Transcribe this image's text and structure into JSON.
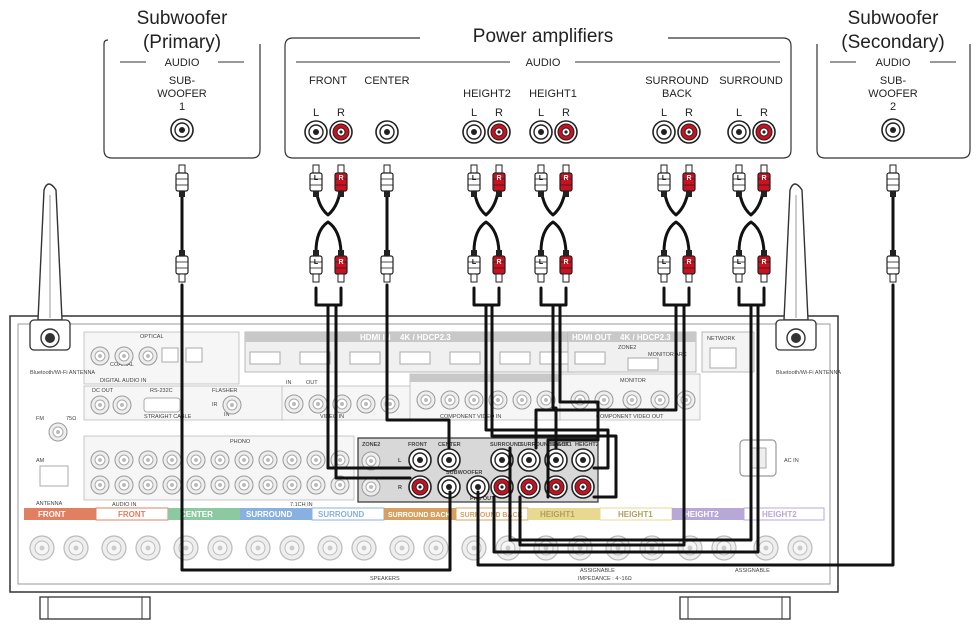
{
  "sub1": {
    "title_line1": "Subwoofer",
    "title_line2": "(Primary)",
    "audio": "AUDIO",
    "port_line1": "SUB-",
    "port_line2": "WOOFER",
    "port_line3": "1"
  },
  "sub2": {
    "title_line1": "Subwoofer",
    "title_line2": "(Secondary)",
    "audio": "AUDIO",
    "port_line1": "SUB-",
    "port_line2": "WOOFER",
    "port_line3": "2"
  },
  "amp": {
    "title": "Power amplifiers",
    "audio": "AUDIO",
    "channels": {
      "front": "FRONT",
      "center": "CENTER",
      "height2": "HEIGHT2",
      "height1": "HEIGHT1",
      "surround_back_1": "SURROUND",
      "surround_back_2": "BACK",
      "surround": "SURROUND"
    },
    "left": "L",
    "right": "R"
  },
  "plugs": {
    "left": "L",
    "right": "R"
  },
  "receiver": {
    "antenna_left": "Bluetooth/Wi-Fi ANTENNA",
    "antenna_right": "Bluetooth/Wi-Fi ANTENNA",
    "hdmi_in": "HDMI IN",
    "hdmi_in_sub": "4K / HDCP2.3",
    "hdmi_out": "HDMI OUT",
    "hdmi_out_sub": "4K / HDCP2.3",
    "zone2": "ZONE2",
    "monitor_arc": "MONITOR ARC",
    "network": "NETWORK",
    "digital_audio_in": "DIGITAL AUDIO IN",
    "optical": "OPTICAL",
    "coaxial": "COAXIAL",
    "dc_out": "DC OUT",
    "rs232c": "RS-232C",
    "straight_cable": "STRAIGHT CABLE",
    "flasher": "FLASHER",
    "ir": "IR",
    "in": "IN",
    "out": "OUT",
    "video_in": "VIDEO IN",
    "component_video_in": "COMPONENT VIDEO IN",
    "monitor": "MONITOR",
    "component_video_out": "COMPONENT VIDEO OUT",
    "fm": "FM",
    "fm_ohm": "75Ω",
    "am": "AM",
    "antenna": "ANTENNA",
    "audio_in": "AUDIO IN",
    "phono": "PHONO",
    "ch71_in": "7.1CH IN",
    "pre_out": "PRE OUT",
    "zone2_pre": "ZONE2",
    "front_pre": "FRONT",
    "center_pre": "CENTER",
    "surround_pre": "SURROUND",
    "surround_back_pre": "SURROUND BACK",
    "height1_pre": "HEIGHT1",
    "height2_pre": "HEIGHT2",
    "subwoofer_pre": "SUBWOOFER",
    "pre_l": "L",
    "pre_r": "R",
    "ac_in": "AC IN",
    "speakers": "SPEAKERS",
    "impedance": "IMPEDANCE : 4~16Ω",
    "assignable_1": "ASSIGNABLE",
    "assignable_2": "ASSIGNABLE",
    "speaker_bands": [
      "FRONT",
      "FRONT",
      "CENTER",
      "SURROUND",
      "SURROUND",
      "SURROUND BACK",
      "SURROUND BACK",
      "HEIGHT1",
      "HEIGHT1",
      "HEIGHT2",
      "HEIGHT2"
    ]
  },
  "colors": {
    "front": "#e08060",
    "center": "#8cc8a0",
    "surround": "#88b0e0",
    "surround_back": "#d8a060",
    "height1": "#e8d890",
    "height2": "#b8a8d8",
    "red_jack": "#cc1020",
    "cable": "#111111"
  }
}
